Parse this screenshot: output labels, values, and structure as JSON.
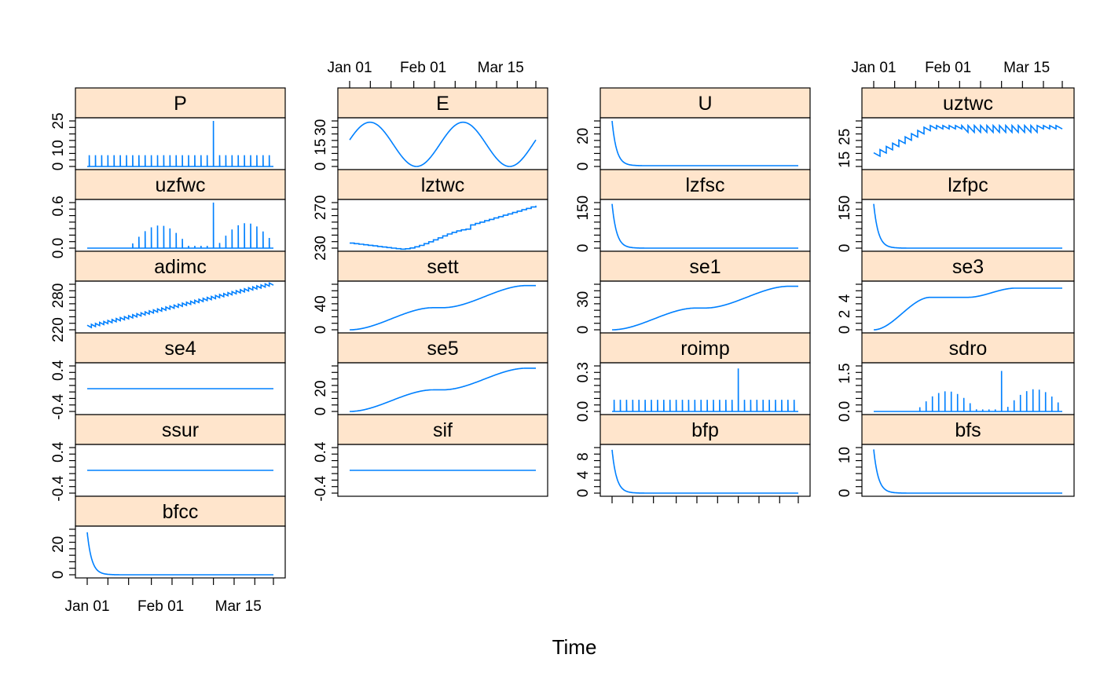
{
  "chart_data": {
    "type": "line",
    "layout": "lattice small multiples, 4 columns",
    "xlabel": "Time",
    "x_tick_labels": [
      "Jan 01",
      "Feb 01",
      "Mar 15"
    ],
    "x_ticks_days": [
      0,
      31,
      73
    ],
    "x_range_days": [
      0,
      90
    ],
    "line_color": "#0080ff",
    "strip_color": "#ffe5cc",
    "panels": [
      {
        "name": "P",
        "column": 0,
        "ylim": [
          0,
          25
        ],
        "y_tick_labels": [
          "0",
          "10",
          "25"
        ],
        "y_ticks": [
          0,
          10,
          25
        ],
        "shape": "pulses",
        "base": 0,
        "amplitude": 6.2,
        "period_days": 3,
        "spike_day": 61,
        "spike_value": 25
      },
      {
        "name": "uzfwc",
        "column": 0,
        "ylim": [
          0,
          0.65
        ],
        "y_tick_labels": [
          "0.0",
          "0.6"
        ],
        "y_ticks": [
          0,
          0.6
        ],
        "shape": "pulses-env",
        "base": 0,
        "spike_day": 61,
        "spike_value": 0.65
      },
      {
        "name": "adimc",
        "column": 0,
        "ylim": [
          220,
          300
        ],
        "y_tick_labels": [
          "220",
          "280"
        ],
        "y_ticks": [
          220,
          280
        ],
        "shape": "sawtooth-rise",
        "start": 222,
        "end": 298
      },
      {
        "name": "se4",
        "column": 0,
        "ylim": [
          -0.5,
          0.5
        ],
        "y_tick_labels": [
          "-0.4",
          "0.4"
        ],
        "y_ticks": [
          -0.4,
          0.4
        ],
        "shape": "flat",
        "value": 0
      },
      {
        "name": "ssur",
        "column": 0,
        "ylim": [
          -0.5,
          0.5
        ],
        "y_tick_labels": [
          "-0.4",
          "0.4"
        ],
        "y_ticks": [
          -0.4,
          0.4
        ],
        "shape": "flat",
        "value": 0
      },
      {
        "name": "bfcc",
        "column": 0,
        "ylim": [
          0,
          30
        ],
        "y_tick_labels": [
          "0",
          "20"
        ],
        "y_ticks": [
          0,
          20
        ],
        "shape": "decay",
        "start": 28,
        "floor": 0
      },
      {
        "name": "E",
        "column": 1,
        "ylim": [
          0,
          35
        ],
        "y_tick_labels": [
          "0",
          "15",
          "30"
        ],
        "y_ticks": [
          0,
          15,
          30
        ],
        "shape": "sine",
        "mid": 17,
        "amp": 17,
        "period_days": 45,
        "phase_days": 11
      },
      {
        "name": "lztwc",
        "column": 1,
        "ylim": [
          230,
          275
        ],
        "y_tick_labels": [
          "230",
          "270"
        ],
        "y_ticks": [
          230,
          270
        ],
        "shape": "step-rise",
        "start": 235,
        "end": 272
      },
      {
        "name": "sett",
        "column": 1,
        "ylim": [
          0,
          70
        ],
        "y_tick_labels": [
          "0",
          "40"
        ],
        "y_ticks": [
          0,
          40
        ],
        "shape": "s-rise",
        "start": 0,
        "end": 68
      },
      {
        "name": "se5",
        "column": 1,
        "ylim": [
          0,
          40
        ],
        "y_tick_labels": [
          "0",
          "20"
        ],
        "y_ticks": [
          0,
          20
        ],
        "shape": "s-rise",
        "start": 0,
        "end": 38
      },
      {
        "name": "sif",
        "column": 1,
        "ylim": [
          -0.5,
          0.5
        ],
        "y_tick_labels": [
          "-0.4",
          "0.4"
        ],
        "y_ticks": [
          -0.4,
          0.4
        ],
        "shape": "flat",
        "value": 0
      },
      {
        "name": "U",
        "column": 2,
        "ylim": [
          0,
          30
        ],
        "y_tick_labels": [
          "0",
          "20"
        ],
        "y_ticks": [
          0,
          20
        ],
        "shape": "decay",
        "start": 30,
        "floor": 0.5
      },
      {
        "name": "lzfsc",
        "column": 2,
        "ylim": [
          0,
          170
        ],
        "y_tick_labels": [
          "0",
          "150"
        ],
        "y_ticks": [
          0,
          150
        ],
        "shape": "decay",
        "start": 165,
        "floor": 0
      },
      {
        "name": "se1",
        "column": 2,
        "ylim": [
          0,
          45
        ],
        "y_tick_labels": [
          "0",
          "30"
        ],
        "y_ticks": [
          0,
          30
        ],
        "shape": "s-rise",
        "start": 0,
        "end": 43
      },
      {
        "name": "roimp",
        "column": 2,
        "ylim": [
          0,
          0.35
        ],
        "y_tick_labels": [
          "0.0",
          "0.3"
        ],
        "y_ticks": [
          0,
          0.3
        ],
        "shape": "pulses",
        "base": 0,
        "amplitude": 0.09,
        "period_days": 3,
        "spike_day": 61,
        "spike_value": 0.33
      },
      {
        "name": "bfp",
        "column": 2,
        "ylim": [
          0,
          10
        ],
        "y_tick_labels": [
          "0",
          "4",
          "8"
        ],
        "y_ticks": [
          0,
          4,
          8
        ],
        "shape": "decay",
        "start": 9.5,
        "floor": 0
      },
      {
        "name": "uztwc",
        "column": 3,
        "ylim": [
          12,
          32
        ],
        "y_tick_labels": [
          "15",
          "25"
        ],
        "y_ticks": [
          15,
          25
        ],
        "shape": "sawtooth-fill",
        "start": 14,
        "end": 30
      },
      {
        "name": "lzfpc",
        "column": 3,
        "ylim": [
          0,
          170
        ],
        "y_tick_labels": [
          "0",
          "150"
        ],
        "y_ticks": [
          0,
          150
        ],
        "shape": "decay",
        "start": 165,
        "floor": 0
      },
      {
        "name": "se3",
        "column": 3,
        "ylim": [
          0,
          5.8
        ],
        "y_tick_labels": [
          "0",
          "2",
          "4"
        ],
        "y_ticks": [
          0,
          2,
          4
        ],
        "shape": "s-rise-plateau",
        "start": 0,
        "end": 5.3
      },
      {
        "name": "sdro",
        "column": 3,
        "ylim": [
          0,
          1.8
        ],
        "y_tick_labels": [
          "0.0",
          "1.5"
        ],
        "y_ticks": [
          0,
          1.5
        ],
        "shape": "pulses-env",
        "base": 0,
        "spike_day": 61,
        "spike_value": 1.6
      },
      {
        "name": "bfs",
        "column": 3,
        "ylim": [
          0,
          12
        ],
        "y_tick_labels": [
          "0",
          "10"
        ],
        "y_ticks": [
          0,
          10
        ],
        "shape": "decay",
        "start": 11.5,
        "floor": 0
      }
    ]
  }
}
